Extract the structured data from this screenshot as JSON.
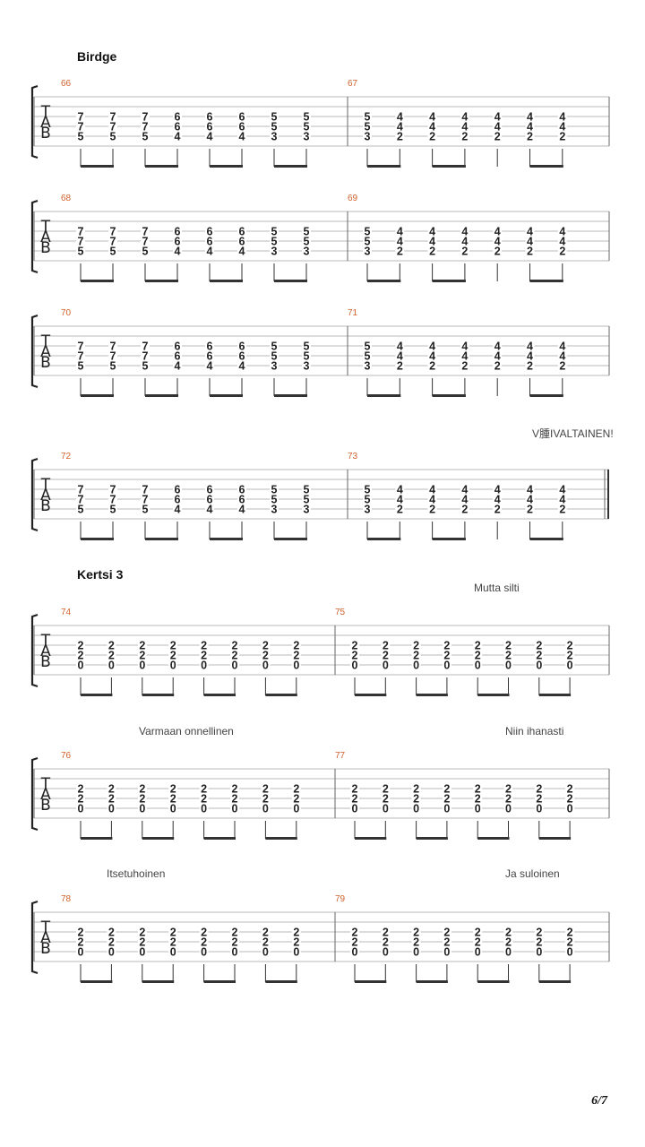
{
  "page": {
    "number": "6/7"
  },
  "staff_labels": {
    "t": "T",
    "a": "A",
    "b": "B"
  },
  "colors": {
    "measure_number": "#d2612d",
    "staff_line": "#b8b8b8",
    "fret": "#222222"
  },
  "sections": [
    {
      "title": "Birdge"
    },
    {
      "title": "Kertsi 3"
    }
  ],
  "lyrics": [
    {
      "text": "V腫IVALTAINEN!"
    },
    {
      "text": "Mutta silti"
    },
    {
      "text": "Varmaan onnellinen"
    },
    {
      "text": "Niin ihanasti"
    },
    {
      "text": "Itsetuhoinen"
    },
    {
      "text": "Ja suloinen"
    }
  ],
  "systems": [
    {
      "measures": [
        {
          "number": "66",
          "chords": [
            [
              "7",
              "7",
              "5"
            ],
            [
              "7",
              "7",
              "5"
            ],
            [
              "7",
              "7",
              "5"
            ],
            [
              "6",
              "6",
              "4"
            ],
            [
              "6",
              "6",
              "4"
            ],
            [
              "6",
              "6",
              "4"
            ],
            [
              "5",
              "5",
              "3"
            ],
            [
              "5",
              "5",
              "3"
            ]
          ]
        },
        {
          "number": "67",
          "chords": [
            [
              "5",
              "5",
              "3"
            ],
            [
              "4",
              "4",
              "2"
            ],
            [
              "4",
              "4",
              "2"
            ],
            [
              "4",
              "4",
              "2"
            ],
            [
              "4",
              "4",
              "2"
            ],
            [
              "4",
              "4",
              "2"
            ],
            [
              "4",
              "4",
              "2"
            ]
          ]
        }
      ]
    },
    {
      "measures": [
        {
          "number": "68",
          "chords": [
            [
              "7",
              "7",
              "5"
            ],
            [
              "7",
              "7",
              "5"
            ],
            [
              "7",
              "7",
              "5"
            ],
            [
              "6",
              "6",
              "4"
            ],
            [
              "6",
              "6",
              "4"
            ],
            [
              "6",
              "6",
              "4"
            ],
            [
              "5",
              "5",
              "3"
            ],
            [
              "5",
              "5",
              "3"
            ]
          ]
        },
        {
          "number": "69",
          "chords": [
            [
              "5",
              "5",
              "3"
            ],
            [
              "4",
              "4",
              "2"
            ],
            [
              "4",
              "4",
              "2"
            ],
            [
              "4",
              "4",
              "2"
            ],
            [
              "4",
              "4",
              "2"
            ],
            [
              "4",
              "4",
              "2"
            ],
            [
              "4",
              "4",
              "2"
            ]
          ]
        }
      ]
    },
    {
      "measures": [
        {
          "number": "70",
          "chords": [
            [
              "7",
              "7",
              "5"
            ],
            [
              "7",
              "7",
              "5"
            ],
            [
              "7",
              "7",
              "5"
            ],
            [
              "6",
              "6",
              "4"
            ],
            [
              "6",
              "6",
              "4"
            ],
            [
              "6",
              "6",
              "4"
            ],
            [
              "5",
              "5",
              "3"
            ],
            [
              "5",
              "5",
              "3"
            ]
          ]
        },
        {
          "number": "71",
          "chords": [
            [
              "5",
              "5",
              "3"
            ],
            [
              "4",
              "4",
              "2"
            ],
            [
              "4",
              "4",
              "2"
            ],
            [
              "4",
              "4",
              "2"
            ],
            [
              "4",
              "4",
              "2"
            ],
            [
              "4",
              "4",
              "2"
            ],
            [
              "4",
              "4",
              "2"
            ]
          ]
        }
      ]
    },
    {
      "measures": [
        {
          "number": "72",
          "chords": [
            [
              "7",
              "7",
              "5"
            ],
            [
              "7",
              "7",
              "5"
            ],
            [
              "7",
              "7",
              "5"
            ],
            [
              "6",
              "6",
              "4"
            ],
            [
              "6",
              "6",
              "4"
            ],
            [
              "6",
              "6",
              "4"
            ],
            [
              "5",
              "5",
              "3"
            ],
            [
              "5",
              "5",
              "3"
            ]
          ]
        },
        {
          "number": "73",
          "chords": [
            [
              "5",
              "5",
              "3"
            ],
            [
              "4",
              "4",
              "2"
            ],
            [
              "4",
              "4",
              "2"
            ],
            [
              "4",
              "4",
              "2"
            ],
            [
              "4",
              "4",
              "2"
            ],
            [
              "4",
              "4",
              "2"
            ],
            [
              "4",
              "4",
              "2"
            ]
          ]
        }
      ]
    },
    {
      "measures": [
        {
          "number": "74",
          "chords": [
            [
              "2",
              "2",
              "0"
            ],
            [
              "2",
              "2",
              "0"
            ],
            [
              "2",
              "2",
              "0"
            ],
            [
              "2",
              "2",
              "0"
            ],
            [
              "2",
              "2",
              "0"
            ],
            [
              "2",
              "2",
              "0"
            ],
            [
              "2",
              "2",
              "0"
            ],
            [
              "2",
              "2",
              "0"
            ]
          ]
        },
        {
          "number": "75",
          "chords": [
            [
              "2",
              "2",
              "0"
            ],
            [
              "2",
              "2",
              "0"
            ],
            [
              "2",
              "2",
              "0"
            ],
            [
              "2",
              "2",
              "0"
            ],
            [
              "2",
              "2",
              "0"
            ],
            [
              "2",
              "2",
              "0"
            ],
            [
              "2",
              "2",
              "0"
            ],
            [
              "2",
              "2",
              "0"
            ]
          ]
        }
      ]
    },
    {
      "measures": [
        {
          "number": "76",
          "chords": [
            [
              "2",
              "2",
              "0"
            ],
            [
              "2",
              "2",
              "0"
            ],
            [
              "2",
              "2",
              "0"
            ],
            [
              "2",
              "2",
              "0"
            ],
            [
              "2",
              "2",
              "0"
            ],
            [
              "2",
              "2",
              "0"
            ],
            [
              "2",
              "2",
              "0"
            ],
            [
              "2",
              "2",
              "0"
            ]
          ]
        },
        {
          "number": "77",
          "chords": [
            [
              "2",
              "2",
              "0"
            ],
            [
              "2",
              "2",
              "0"
            ],
            [
              "2",
              "2",
              "0"
            ],
            [
              "2",
              "2",
              "0"
            ],
            [
              "2",
              "2",
              "0"
            ],
            [
              "2",
              "2",
              "0"
            ],
            [
              "2",
              "2",
              "0"
            ],
            [
              "2",
              "2",
              "0"
            ]
          ]
        }
      ]
    },
    {
      "measures": [
        {
          "number": "78",
          "chords": [
            [
              "2",
              "2",
              "0"
            ],
            [
              "2",
              "2",
              "0"
            ],
            [
              "2",
              "2",
              "0"
            ],
            [
              "2",
              "2",
              "0"
            ],
            [
              "2",
              "2",
              "0"
            ],
            [
              "2",
              "2",
              "0"
            ],
            [
              "2",
              "2",
              "0"
            ],
            [
              "2",
              "2",
              "0"
            ]
          ]
        },
        {
          "number": "79",
          "chords": [
            [
              "2",
              "2",
              "0"
            ],
            [
              "2",
              "2",
              "0"
            ],
            [
              "2",
              "2",
              "0"
            ],
            [
              "2",
              "2",
              "0"
            ],
            [
              "2",
              "2",
              "0"
            ],
            [
              "2",
              "2",
              "0"
            ],
            [
              "2",
              "2",
              "0"
            ],
            [
              "2",
              "2",
              "0"
            ]
          ]
        }
      ]
    }
  ]
}
